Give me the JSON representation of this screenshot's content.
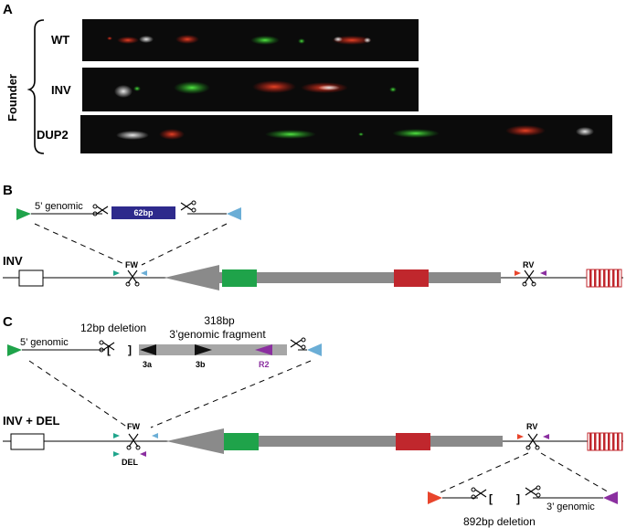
{
  "panel_a": {
    "letter": "A",
    "group_label": "Founder",
    "rows": [
      {
        "label": "WT"
      },
      {
        "label": "INV"
      },
      {
        "label": "DUP2"
      }
    ]
  },
  "panel_b": {
    "letter": "B",
    "genomic_label": "5’ genomic",
    "insert_label": "62bp",
    "construct_label": "INV",
    "fw_label": "FW",
    "rv_label": "RV"
  },
  "panel_c": {
    "letter": "C",
    "genomic_label": "5’ genomic",
    "deletion_label": "12bp deletion",
    "bracket_open": "[",
    "bracket_close": "]",
    "fragment_size": "318bp",
    "fragment_label": "3’genomic fragment",
    "primer_3a": "3a",
    "primer_3b": "3b",
    "primer_r2": "R2",
    "construct_label": "INV + DEL",
    "fw_label": "FW",
    "rv_label": "RV",
    "del_label": "DEL",
    "genomic3_label": "3’ genomic",
    "deletion2_label": "892bp deletion"
  },
  "colors": {
    "green": "#1fa34a",
    "red": "#c0272d",
    "blue": "#6baed6",
    "purple": "#8b2fa0",
    "teal": "#20a58c",
    "navy": "#2e2a8c",
    "arrow_gray": "#8a8a8a",
    "fragment_gray": "#a6a6a6"
  }
}
